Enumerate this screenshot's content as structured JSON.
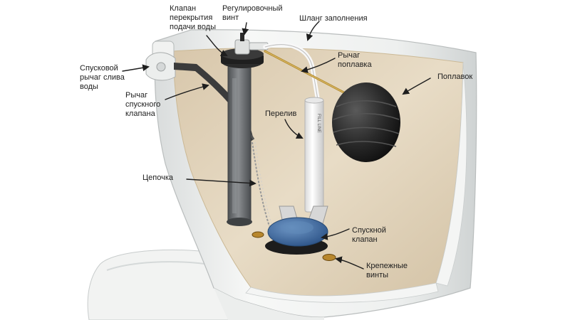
{
  "labels": {
    "shutoff_valve": "Клапан\nперекрытия\nподачи воды",
    "adjust_screw": "Регулировочный\nвинт",
    "fill_hose": "Шланг заполнения",
    "flush_handle": "Спусковой\nрычаг слива\nводы",
    "float_arm": "Рычаг\nпоплавка",
    "float": "Поплавок",
    "flush_lever": "Рычаг\nспускного\nклапана",
    "overflow": "Перелив",
    "chain": "Цепочка",
    "flush_valve": "Спускной\nклапан",
    "bolts": "Крепежные\nвинты"
  },
  "tube_mark": "FILL LINE",
  "colors": {
    "porcelain": "#f0f1f0",
    "tank_inside": "#e4d6bf",
    "float": "#2a2a2a",
    "flapper": "#3d6aa0",
    "fill_valve": "#6a6d70",
    "arrow": "#1e1e1e"
  },
  "icons": {
    "arrow": "curved-arrow-icon"
  }
}
